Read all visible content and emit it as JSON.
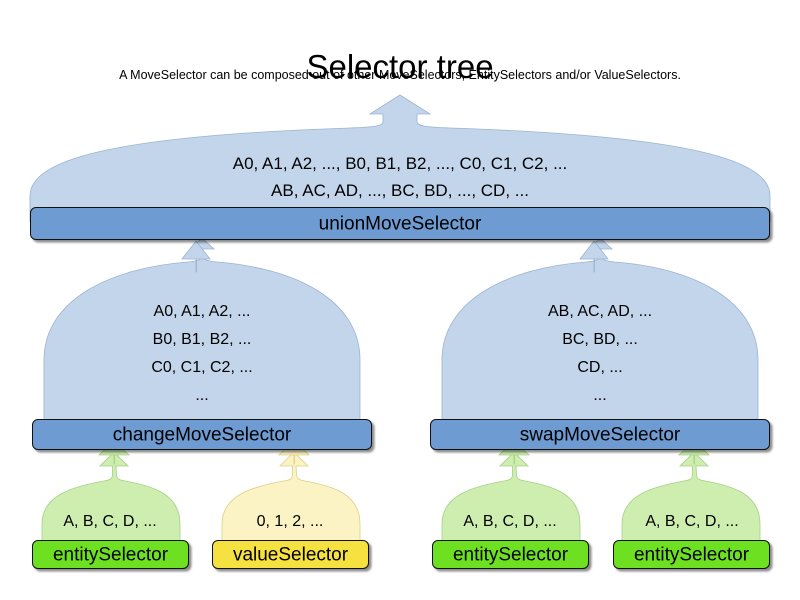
{
  "header": {
    "title": "Selector tree",
    "subtitle": "A MoveSelector can be composed out of other MoveSelectors, EntitySelectors and/or ValueSelectors."
  },
  "colors": {
    "balloon_blue": "#c3d5ea",
    "bar_blue": "#6e9bd1",
    "balloon_green": "#cdeeae",
    "bar_green": "#6ee022",
    "balloon_yellow": "#fbf3c3",
    "bar_yellow": "#f5e13f",
    "outline": "#111111",
    "background": "#ffffff"
  },
  "nodes": {
    "union": {
      "label": "unionMoveSelector",
      "lines": [
        "A0, A1, A2, ..., B0, B1, B2, ..., C0, C1, C2, ...",
        "AB, AC, AD, ..., BC, BD, ..., CD, ..."
      ]
    },
    "change": {
      "label": "changeMoveSelector",
      "lines": [
        "A0, A1, A2, ...",
        "B0, B1, B2, ...",
        "C0, C1, C2, ...",
        "..."
      ]
    },
    "swap": {
      "label": "swapMoveSelector",
      "lines": [
        "AB, AC, AD, ...",
        "BC, BD, ...",
        "CD, ...",
        "..."
      ]
    },
    "leaf1": {
      "label": "entitySelector",
      "lines": [
        "A, B, C, D, ..."
      ]
    },
    "leaf2": {
      "label": "valueSelector",
      "lines": [
        "0, 1, 2, ..."
      ]
    },
    "leaf3": {
      "label": "entitySelector",
      "lines": [
        "A, B, C, D, ..."
      ]
    },
    "leaf4": {
      "label": "entitySelector",
      "lines": [
        "A, B, C, D, ..."
      ]
    }
  }
}
